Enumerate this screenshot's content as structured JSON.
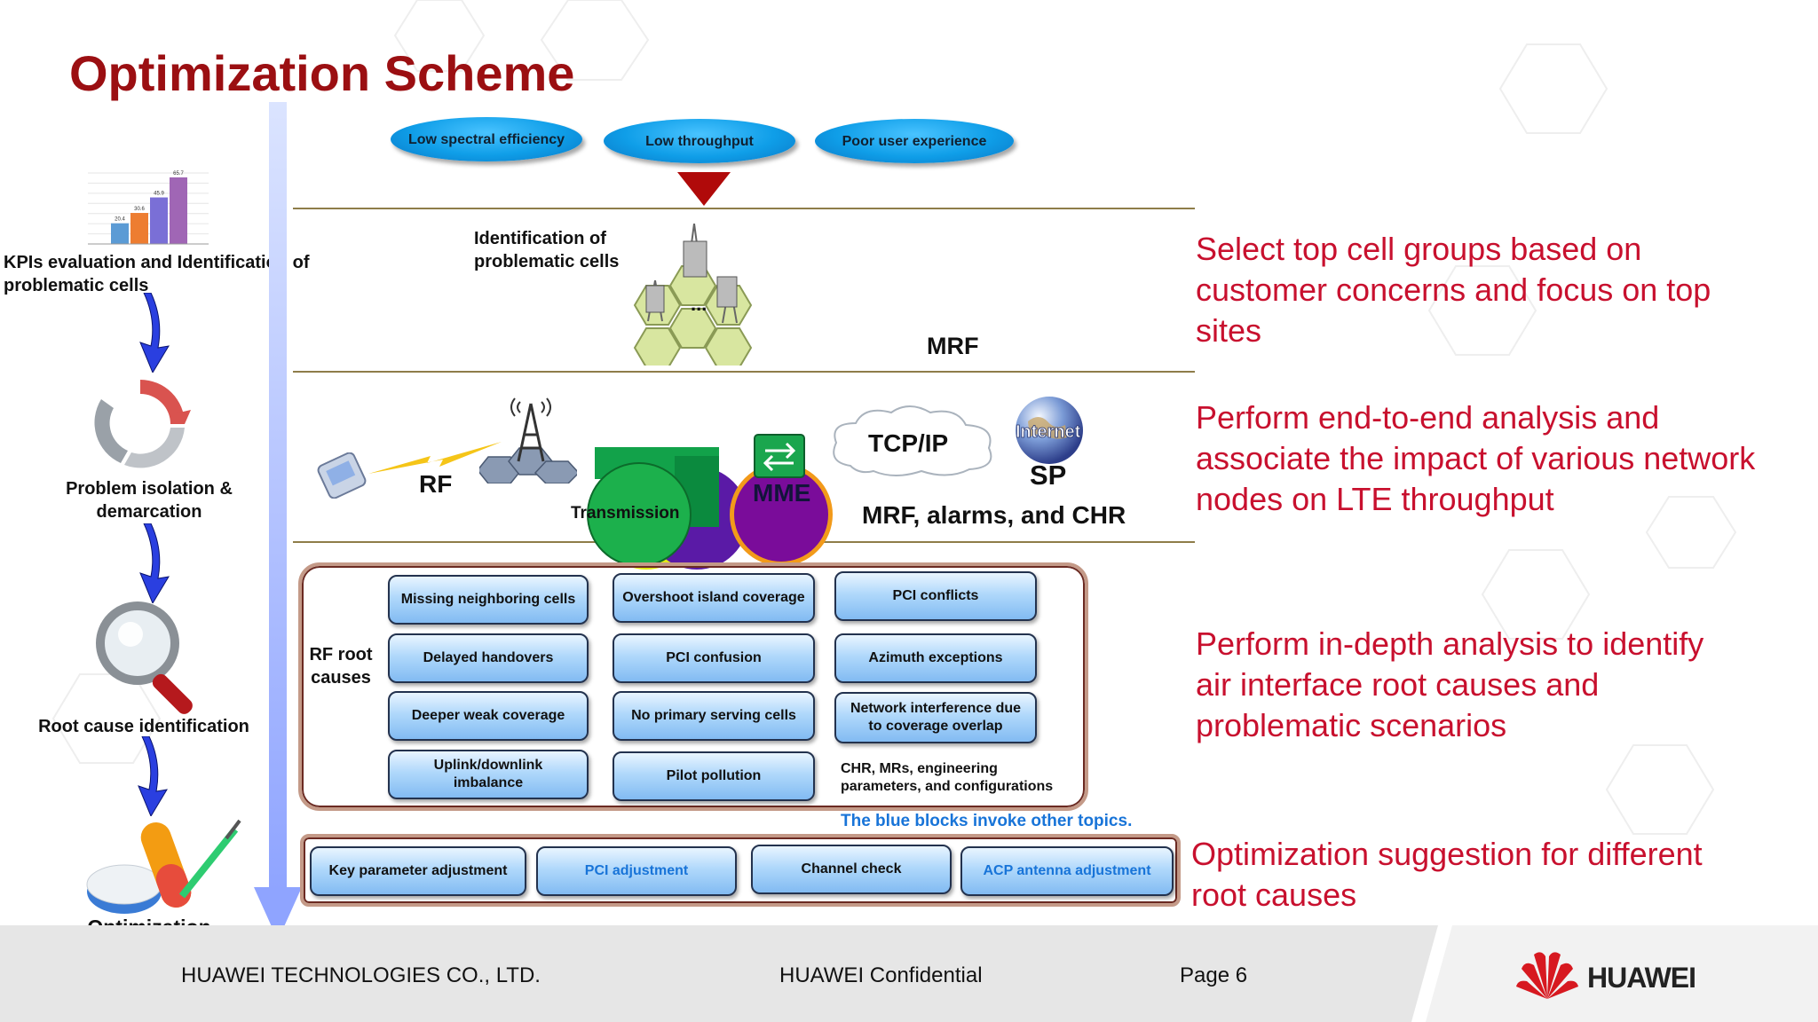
{
  "title": "Optimization Scheme",
  "left": {
    "kpi_label": "KPIs evaluation and Identification of problematic cells",
    "isolation_label": "Problem isolation & demarcation",
    "root_label": "Root cause identification",
    "optimization_label": "Optimization"
  },
  "symptoms": [
    "Low spectral efficiency",
    "Low throughput",
    "Poor user experience"
  ],
  "identification": {
    "label": "Identification of problematic cells",
    "mrf": "MRF"
  },
  "e2e": {
    "rf": "RF",
    "transmission": "Transmission",
    "mme": "MME",
    "tcpip": "TCP/IP",
    "internet": "Internet",
    "sp": "SP",
    "sources": "MRF, alarms, and CHR"
  },
  "rf_root": {
    "label": "RF root causes",
    "blocks": [
      "Missing neighboring cells",
      "Overshoot island coverage",
      "PCI conflicts",
      "Delayed handovers",
      "PCI confusion",
      "Azimuth exceptions",
      "Deeper weak coverage",
      "No primary serving cells",
      "Network interference due to coverage overlap",
      "Uplink/downlink imbalance",
      "Pilot pollution"
    ],
    "note": "CHR, MRs, engineering parameters, and configurations",
    "blue_note": "The blue blocks invoke other topics."
  },
  "optimization_blocks": [
    "Key parameter adjustment",
    "PCI adjustment",
    "Channel check",
    "ACP antenna adjustment"
  ],
  "right": {
    "r1": "Select top cell groups based on customer concerns and focus on top sites",
    "r2": "Perform end-to-end analysis and associate the impact of various network nodes on LTE throughput",
    "r3": "Perform in-depth analysis to identify air interface root causes and problematic scenarios",
    "r4": "Optimization  suggestion for different root causes"
  },
  "kpi_chart": {
    "values": [
      "20.4",
      "30.6",
      "45.9",
      "65.7"
    ],
    "colors": [
      "#5b9bd5",
      "#ed7d31",
      "#7a6fd6",
      "#a066b5"
    ]
  },
  "footer": {
    "company": "HUAWEI TECHNOLOGIES CO., LTD.",
    "confidential": "HUAWEI Confidential",
    "page": "Page 6",
    "brand": "HUAWEI"
  },
  "colors": {
    "title": "#9b0f12",
    "right_text": "#c8102e",
    "blue_note": "#1874d8",
    "divider": "#8e7d49"
  }
}
